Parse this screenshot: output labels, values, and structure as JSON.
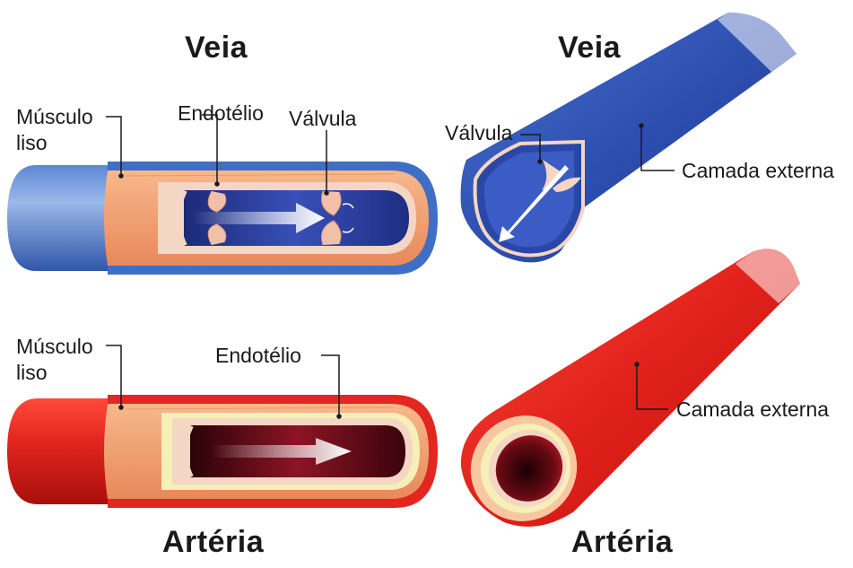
{
  "titles": {
    "vein_section": "Veia",
    "vein_3d": "Veia",
    "artery_section": "Artéria",
    "artery_3d": "Artéria"
  },
  "labels": {
    "vein_smooth_muscle_line1": "Músculo",
    "vein_smooth_muscle_line2": "liso",
    "vein_endothelium": "Endotélio",
    "vein_valve": "Válvula",
    "vein3d_valve": "Válvula",
    "vein3d_outer_layer": "Camada externa",
    "artery_smooth_muscle_line1": "Músculo",
    "artery_smooth_muscle_line2": "liso",
    "artery_endothelium": "Endotélio",
    "artery3d_outer_layer": "Camada externa"
  },
  "colors": {
    "vein_outer": "#3f6fc4",
    "vein_light": "#8fb0e6",
    "vein_lumen": "#22348a",
    "artery_outer": "#e3261f",
    "artery_dark": "#b0130f",
    "artery_lumen": "#5a0814",
    "muscle": "#f3a26e",
    "endothelium": "#f4d6c4",
    "elastic": "#f6f0b8"
  }
}
